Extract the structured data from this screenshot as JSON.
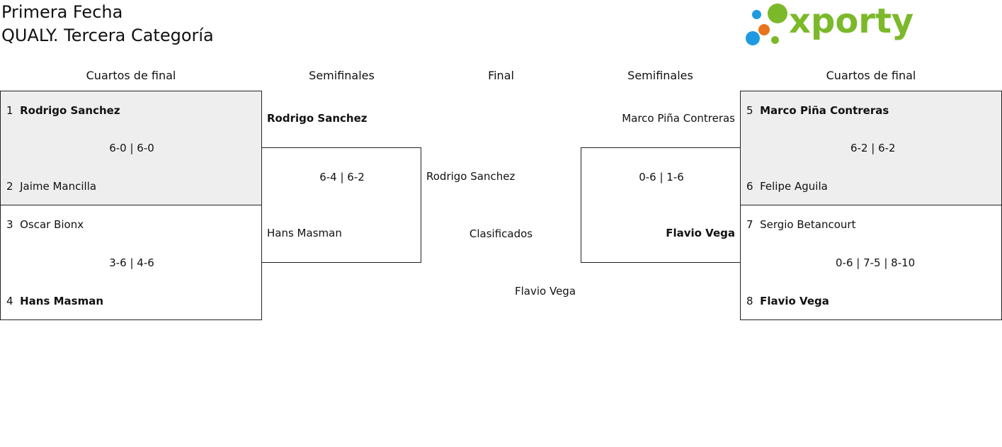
{
  "header": {
    "title": "Primera Fecha",
    "subtitle": "QUALY. Tercera Categoría",
    "logo_text": "xporty"
  },
  "rounds": {
    "qf_left": "Cuartos de final",
    "sf_left": "Semifinales",
    "final": "Final",
    "sf_right": "Semifinales",
    "qf_right": "Cuartos de final"
  },
  "qf_left": [
    {
      "seed_a": "1",
      "player_a": "Rodrigo Sanchez",
      "seed_b": "2",
      "player_b": "Jaime Mancilla",
      "score": "6-0 | 6-0",
      "winner": "a"
    },
    {
      "seed_a": "3",
      "player_a": "Oscar Bionx",
      "seed_b": "4",
      "player_b": "Hans Masman",
      "score": "3-6 | 4-6",
      "winner": "b"
    }
  ],
  "sf_left": {
    "player_a": "Rodrigo Sanchez",
    "player_b": "Hans Masman",
    "score": "6-4 | 6-2",
    "winner": "a"
  },
  "final": {
    "player_left": "Rodrigo Sanchez",
    "label": "Clasificados",
    "player_right": "Flavio Vega"
  },
  "sf_right": {
    "player_a": "Marco Piña Contreras",
    "player_b": "Flavio Vega",
    "score": "0-6 | 1-6",
    "winner": "b"
  },
  "qf_right": [
    {
      "seed_a": "5",
      "player_a": "Marco Piña Contreras",
      "seed_b": "6",
      "player_b": "Felipe Aguila",
      "score": "6-2 | 6-2",
      "winner": "a"
    },
    {
      "seed_a": "7",
      "player_a": "Sergio Betancourt",
      "seed_b": "8",
      "player_b": "Flavio Vega",
      "score": "0-6 | 7-5 | 8-10",
      "winner": "b"
    }
  ],
  "colors": {
    "logo_green": "#7cb92a",
    "logo_blue": "#1e9be0",
    "logo_orange": "#e8731c",
    "shaded_bg": "#eeeeee"
  }
}
